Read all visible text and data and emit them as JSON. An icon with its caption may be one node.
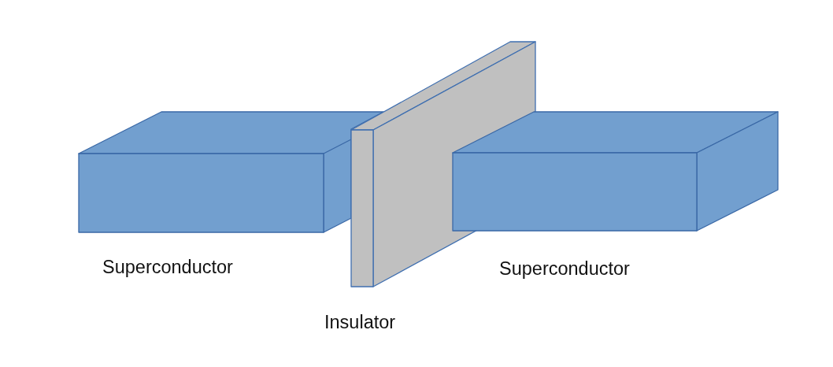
{
  "diagram": {
    "nodes": [
      {
        "text": [
          "Superconductor"
        ]
      },
      {
        "text": [
          "Insulator"
        ]
      },
      {
        "text": [
          "Superconductor"
        ]
      }
    ]
  }
}
